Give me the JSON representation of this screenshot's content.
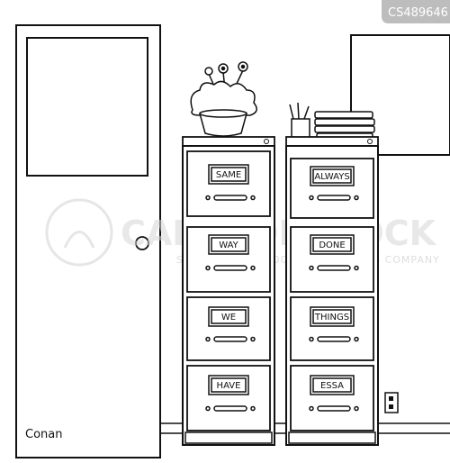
{
  "image_id": "CS489646",
  "signature": "Conan",
  "watermark": {
    "main": "CARTOONSTOCK",
    "sub": "SEARCH ID CARTOON COLLECTIONS COMPANY"
  },
  "cabinets": {
    "left": {
      "drawer_labels": [
        "SAME",
        "WAY",
        "WE",
        "HAVE"
      ]
    },
    "right": {
      "drawer_labels": [
        "ALWAYS",
        "DONE",
        "THINGS",
        "ESSA"
      ]
    }
  }
}
